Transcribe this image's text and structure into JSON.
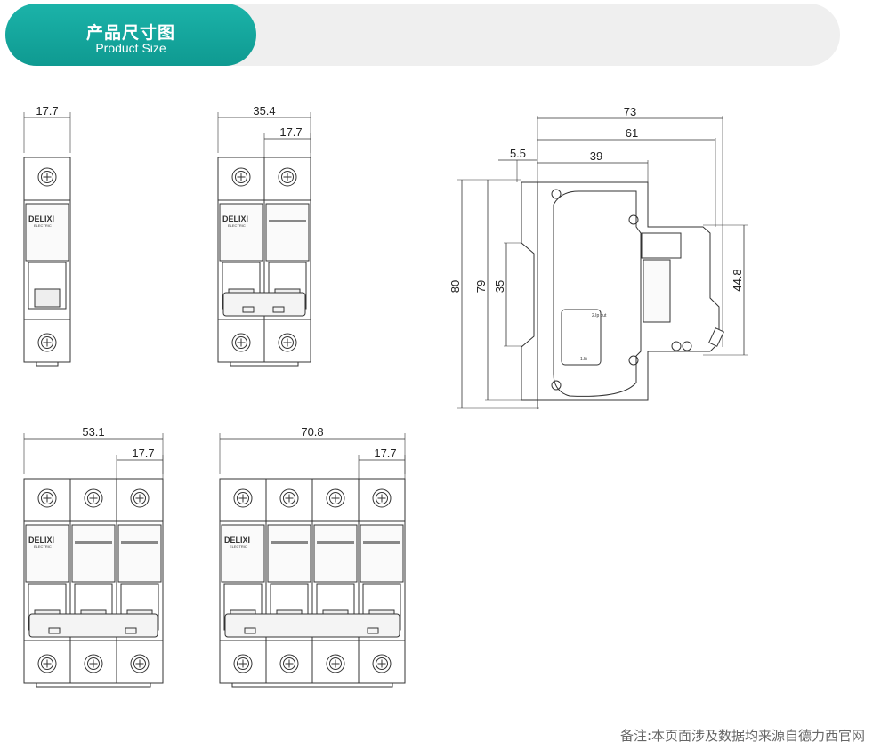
{
  "header": {
    "title_zh": "产品尺寸图",
    "title_en": "Product Size"
  },
  "front_views": [
    {
      "poles": 1,
      "total_width": "17.7",
      "pole_width": ""
    },
    {
      "poles": 2,
      "total_width": "35.4",
      "pole_width": "17.7"
    },
    {
      "poles": 3,
      "total_width": "53.1",
      "pole_width": "17.7"
    },
    {
      "poles": 4,
      "total_width": "70.8",
      "pole_width": "17.7"
    }
  ],
  "side_view": {
    "widths": [
      "73",
      "61",
      "39",
      "5.5"
    ],
    "heights": [
      "80",
      "79",
      "35",
      "44.8"
    ],
    "label_text": [
      "2.Ip cut",
      "1.lit"
    ]
  },
  "brand": {
    "name": "DELIXI",
    "sub": "ELECTRIC"
  },
  "footer": {
    "note": "备注:本页面涉及数据均来源自德力西官网"
  }
}
